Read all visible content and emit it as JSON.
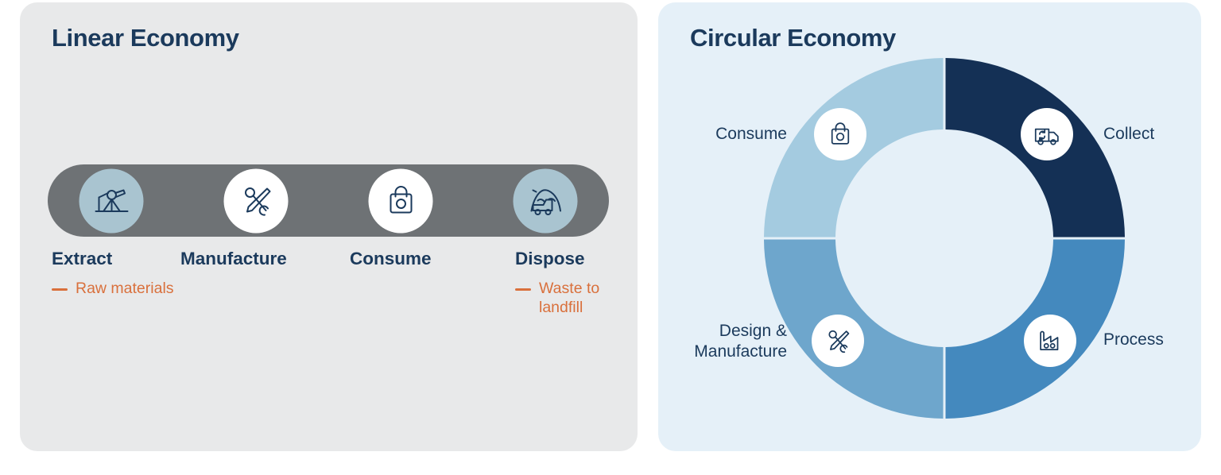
{
  "linear": {
    "title": "Linear Economy",
    "stages": [
      {
        "key": "extract",
        "label": "Extract",
        "icon": "excavator-icon",
        "note": "Raw materials"
      },
      {
        "key": "manufacture",
        "label": "Manufacture",
        "icon": "tools-icon",
        "note": ""
      },
      {
        "key": "consume",
        "label": "Consume",
        "icon": "shopping-bag-icon",
        "note": ""
      },
      {
        "key": "dispose",
        "label": "Dispose",
        "icon": "landfill-icon",
        "note": "Waste to landfill"
      }
    ],
    "bar_color": "#6E7275",
    "note_color": "#D9703C",
    "card_color": "#E8E9EA"
  },
  "circular": {
    "title": "Circular Economy",
    "card_color": "#E5F0F8",
    "quadrants": [
      {
        "key": "collect",
        "label": "Collect",
        "icon": "recycling-truck-icon",
        "color": "#143055",
        "position": "top-right"
      },
      {
        "key": "process",
        "label": "Process",
        "icon": "factory-icon",
        "color": "#4489BE",
        "position": "bottom-right"
      },
      {
        "key": "design",
        "label": "Design &\nManufacture",
        "icon": "tools-icon",
        "color": "#6EA6CC",
        "position": "bottom-left"
      },
      {
        "key": "consume",
        "label": "Consume",
        "icon": "shopping-bag-icon",
        "color": "#A4CBE0",
        "position": "top-left"
      }
    ]
  },
  "colors": {
    "navy": "#1B3A5C",
    "orange": "#D9703C",
    "icon_tint": "#A9C4D0",
    "icon_white": "#FFFFFF"
  }
}
